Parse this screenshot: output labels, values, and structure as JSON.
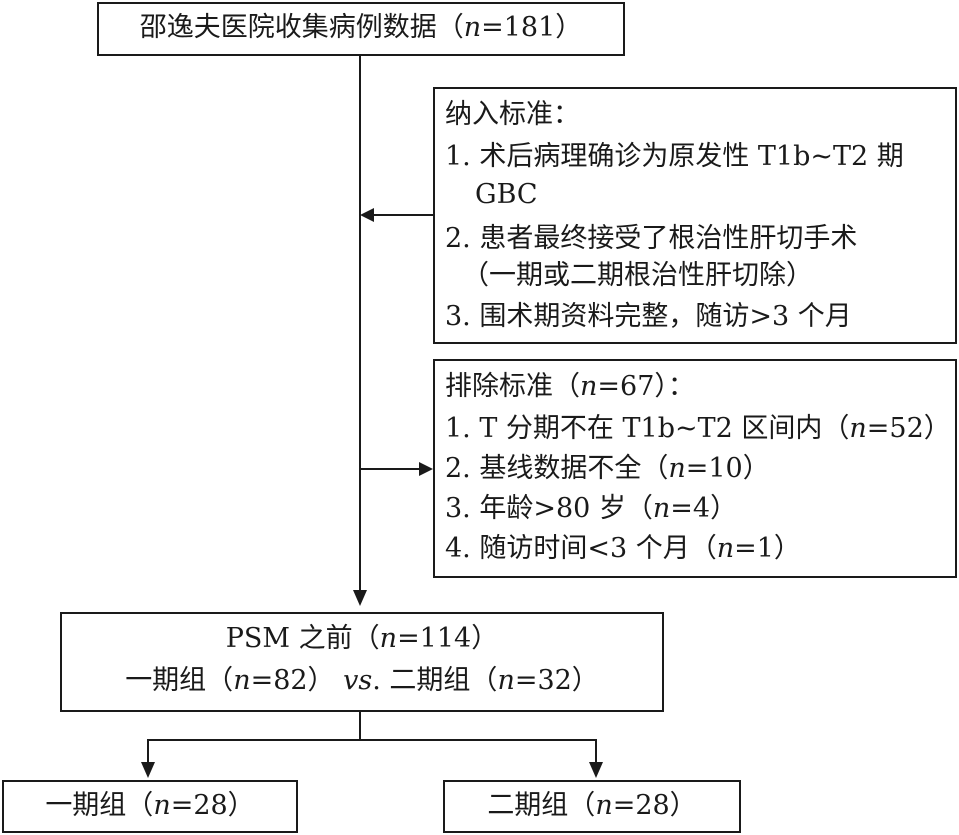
{
  "top": {
    "label": "邵逸夫医院收集病例数据（",
    "n": "n",
    "val": "=181）"
  },
  "inclusion": {
    "title": "纳入标准：",
    "line1": "1. 术后病理确诊为原发性 T1b~T2 期",
    "line1b": "GBC",
    "line2": "2. 患者最终接受了根治性肝切手术",
    "line2b": "（一期或二期根治性肝切除）",
    "line3": "3. 围术期资料完整，随访>3 个月"
  },
  "exclusion": {
    "title_a": "排除标准（",
    "title_n": "n",
    "title_b": "=67）：",
    "r1_a": "1. T 分期不在 T1b~T2 区间内（",
    "r1_n": "n",
    "r1_b": "=52）",
    "r2_a": "2. 基线数据不全（",
    "r2_n": "n",
    "r2_b": "=10）",
    "r3_a": "3. 年龄>80 岁（",
    "r3_n": "n",
    "r3_b": "=4）",
    "r4_a": "4. 随访时间<3 个月（",
    "r4_n": "n",
    "r4_b": "=1）"
  },
  "psm": {
    "l1_a": "PSM 之前（",
    "l1_n": "n",
    "l1_b": "=114）",
    "l2_a": "一期组（",
    "l2_n": "n",
    "l2_b": "=82）",
    "l2_vs": "vs",
    "l2_c": ". 二期组（",
    "l2_n2": "n",
    "l2_d": "=32）"
  },
  "left_out": {
    "a": "一期组（",
    "n": "n",
    "b": "=28）"
  },
  "right_out": {
    "a": "二期组（",
    "n": "n",
    "b": "=28）"
  }
}
